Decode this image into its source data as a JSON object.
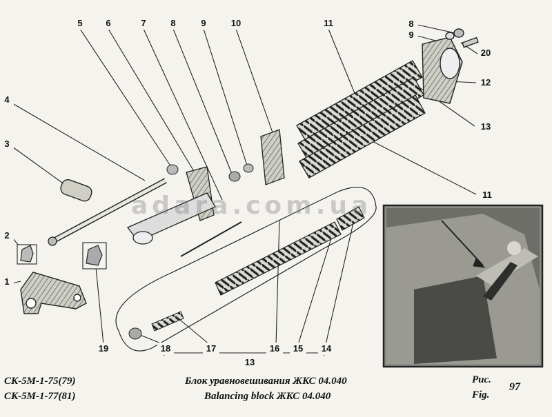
{
  "watermark": "adara.com.ua",
  "callouts": [
    {
      "id": "5",
      "label": "5"
    },
    {
      "id": "6",
      "label": "6"
    },
    {
      "id": "7",
      "label": "7"
    },
    {
      "id": "8a",
      "label": "8"
    },
    {
      "id": "9a",
      "label": "9"
    },
    {
      "id": "10",
      "label": "10"
    },
    {
      "id": "11a",
      "label": "11"
    },
    {
      "id": "8b",
      "label": "8"
    },
    {
      "id": "9b",
      "label": "9"
    },
    {
      "id": "20",
      "label": "20"
    },
    {
      "id": "12",
      "label": "12"
    },
    {
      "id": "13a",
      "label": "13"
    },
    {
      "id": "4",
      "label": "4"
    },
    {
      "id": "3",
      "label": "3"
    },
    {
      "id": "11b",
      "label": "11"
    },
    {
      "id": "2",
      "label": "2"
    },
    {
      "id": "1",
      "label": "1"
    },
    {
      "id": "19",
      "label": "19"
    },
    {
      "id": "18",
      "label": "18"
    },
    {
      "id": "17",
      "label": "17"
    },
    {
      "id": "16",
      "label": "16"
    },
    {
      "id": "15",
      "label": "15"
    },
    {
      "id": "14",
      "label": "14"
    },
    {
      "id": "13b",
      "label": "13"
    }
  ],
  "caption": {
    "model_line1": "СК-5М-1-75(79)",
    "model_line2": "СК-5М-1-77(81)",
    "title_ru": "Блок уравновешивания  ЖКС 04.040",
    "title_en": "Balancing block  ЖКС 04.040",
    "fig_ru": "Рис.",
    "fig_en": "Fig.",
    "fig_number": "97"
  }
}
